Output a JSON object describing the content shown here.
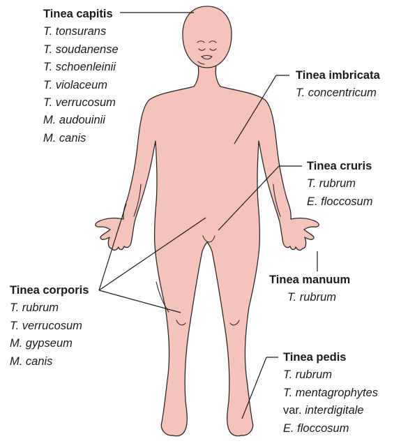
{
  "groups": {
    "capitis": {
      "title": "Tinea capitis",
      "organisms": [
        "T. tonsurans",
        "T. soudanense",
        "T. schoenleinii",
        "T. violaceum",
        "T. verrucosum",
        "M. audouinii",
        "M. canis"
      ]
    },
    "imbricata": {
      "title": "Tinea imbricata",
      "organisms": [
        "T. concentricum"
      ]
    },
    "cruris": {
      "title": "Tinea cruris",
      "organisms": [
        "T. rubrum",
        "E. floccosum"
      ]
    },
    "manuum": {
      "title": "Tinea manuum",
      "organisms": [
        "T. rubrum"
      ]
    },
    "corporis": {
      "title": "Tinea corporis",
      "organisms": [
        "T. rubrum",
        "T. verrucosum",
        "M. gypseum",
        "M. canis"
      ]
    },
    "pedis": {
      "title": "Tinea pedis",
      "organisms": [
        "T. rubrum",
        "T. mentagrophytes"
      ],
      "variety_prefix": "var.",
      "variety_name": "interdigitale",
      "organisms_after": [
        "E. floccosum"
      ]
    }
  },
  "colors": {
    "skin": "#f6c3bb",
    "outline": "#2a2a2a",
    "text": "#1a1a1a"
  }
}
